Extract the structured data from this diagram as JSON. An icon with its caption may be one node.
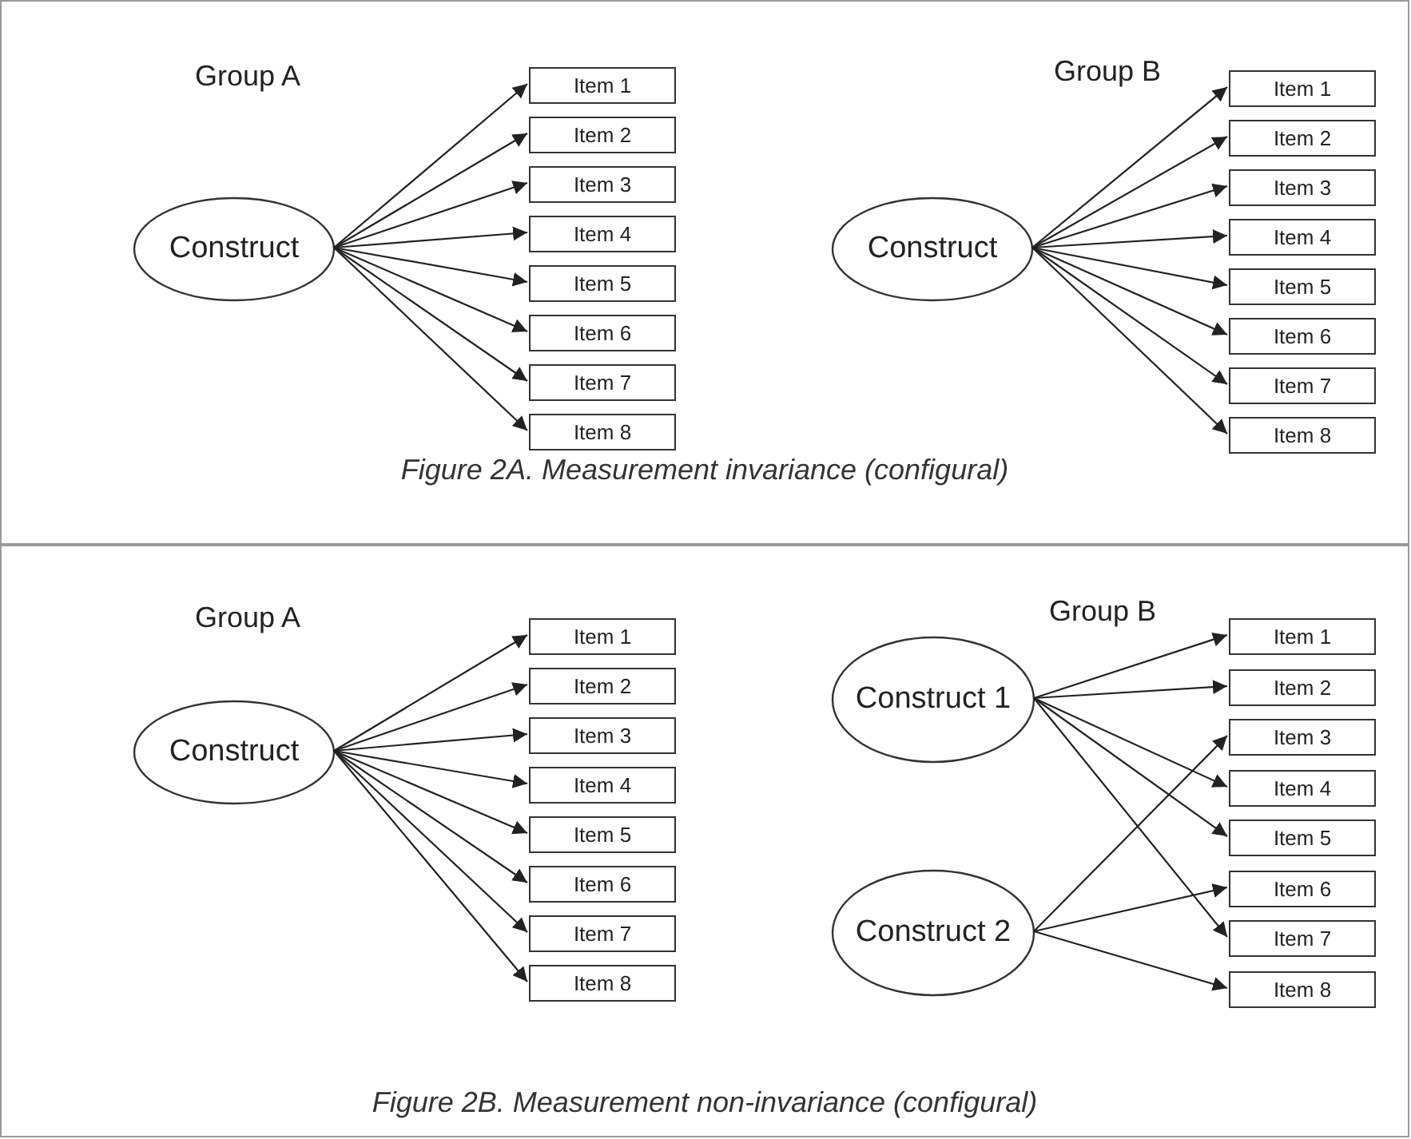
{
  "diagram": {
    "nodes": [
      {
        "text": [
          "Figure 2A. Measurement invariance (configural)"
        ]
      },
      {
        "text": [
          "Construct"
        ],
        "in": 0
      },
      {
        "text": [
          "Item 1"
        ],
        "in": 0
      },
      {
        "text": [
          "Item 2"
        ],
        "in": 0
      },
      {
        "text": [
          "Item 3"
        ],
        "in": 0
      },
      {
        "text": [
          "Item 4"
        ],
        "in": 0
      },
      {
        "text": [
          "Item 5"
        ],
        "in": 0
      },
      {
        "text": [
          "Item 6"
        ],
        "in": 0
      },
      {
        "text": [
          "Item 7"
        ],
        "in": 0
      },
      {
        "text": [
          "Item 8"
        ],
        "in": 0
      },
      {
        "text": [
          "Construct"
        ],
        "in": 0
      },
      {
        "text": [
          "Item 1"
        ],
        "in": 0
      },
      {
        "text": [
          "Item 2"
        ],
        "in": 0
      },
      {
        "text": [
          "Item 3"
        ],
        "in": 0
      },
      {
        "text": [
          "Item 4"
        ],
        "in": 0
      },
      {
        "text": [
          "Item 5"
        ],
        "in": 0
      },
      {
        "text": [
          "Item 6"
        ],
        "in": 0
      },
      {
        "text": [
          "Item 7"
        ],
        "in": 0
      },
      {
        "text": [
          "Item 8"
        ],
        "in": 0
      },
      {
        "text": [
          "Figure 2B. Measurement non-invariance (configural)"
        ]
      },
      {
        "text": [
          "Construct"
        ],
        "in": 19
      },
      {
        "text": [
          "Item 1"
        ],
        "in": 19
      },
      {
        "text": [
          "Item 2"
        ],
        "in": 19
      },
      {
        "text": [
          "Item 3"
        ],
        "in": 19
      },
      {
        "text": [
          "Item 4"
        ],
        "in": 19
      },
      {
        "text": [
          "Item 5"
        ],
        "in": 19
      },
      {
        "text": [
          "Item 6"
        ],
        "in": 19
      },
      {
        "text": [
          "Item 7"
        ],
        "in": 19
      },
      {
        "text": [
          "Item 8"
        ],
        "in": 19
      },
      {
        "text": [
          "Construct 1"
        ],
        "in": 19
      },
      {
        "text": [
          "Construct 2"
        ],
        "in": 19
      },
      {
        "text": [
          "Item 1"
        ],
        "in": 19
      },
      {
        "text": [
          "Item 2"
        ],
        "in": 19
      },
      {
        "text": [
          "Item 3"
        ],
        "in": 19
      },
      {
        "text": [
          "Item 4"
        ],
        "in": 19
      },
      {
        "text": [
          "Item 5"
        ],
        "in": 19
      },
      {
        "text": [
          "Item 6"
        ],
        "in": 19
      },
      {
        "text": [
          "Item 7"
        ],
        "in": 19
      },
      {
        "text": [
          "Item 8"
        ],
        "in": 19
      }
    ],
    "edges": [
      {
        "from": 1,
        "to": 2,
        "arrow": "to"
      },
      {
        "from": 1,
        "to": 3,
        "arrow": "to"
      },
      {
        "from": 1,
        "to": 4,
        "arrow": "to"
      },
      {
        "from": 1,
        "to": 5,
        "arrow": "to"
      },
      {
        "from": 1,
        "to": 6,
        "arrow": "to"
      },
      {
        "from": 1,
        "to": 7,
        "arrow": "to"
      },
      {
        "from": 1,
        "to": 8,
        "arrow": "to"
      },
      {
        "from": 1,
        "to": 9,
        "arrow": "to"
      },
      {
        "from": 10,
        "to": 11,
        "arrow": "to"
      },
      {
        "from": 10,
        "to": 12,
        "arrow": "to"
      },
      {
        "from": 10,
        "to": 13,
        "arrow": "to"
      },
      {
        "from": 10,
        "to": 14,
        "arrow": "to"
      },
      {
        "from": 10,
        "to": 15,
        "arrow": "to"
      },
      {
        "from": 10,
        "to": 16,
        "arrow": "to"
      },
      {
        "from": 10,
        "to": 17,
        "arrow": "to"
      },
      {
        "from": 10,
        "to": 18,
        "arrow": "to"
      },
      {
        "from": 20,
        "to": 21,
        "arrow": "to"
      },
      {
        "from": 20,
        "to": 22,
        "arrow": "to"
      },
      {
        "from": 20,
        "to": 23,
        "arrow": "to"
      },
      {
        "from": 20,
        "to": 24,
        "arrow": "to"
      },
      {
        "from": 20,
        "to": 25,
        "arrow": "to"
      },
      {
        "from": 20,
        "to": 26,
        "arrow": "to"
      },
      {
        "from": 20,
        "to": 27,
        "arrow": "to"
      },
      {
        "from": 20,
        "to": 28,
        "arrow": "to"
      },
      {
        "from": 29,
        "to": 31,
        "arrow": "to"
      },
      {
        "from": 29,
        "to": 32,
        "arrow": "to"
      },
      {
        "from": 29,
        "to": 34,
        "arrow": "to"
      },
      {
        "from": 29,
        "to": 35,
        "arrow": "to"
      },
      {
        "from": 29,
        "to": 37,
        "arrow": "to"
      },
      {
        "from": 30,
        "to": 33,
        "arrow": "to"
      },
      {
        "from": 30,
        "to": 36,
        "arrow": "to"
      },
      {
        "from": 30,
        "to": 38,
        "arrow": "to"
      }
    ],
    "labels": [
      "Group A",
      "Group B",
      "Group A",
      "Group B"
    ]
  }
}
